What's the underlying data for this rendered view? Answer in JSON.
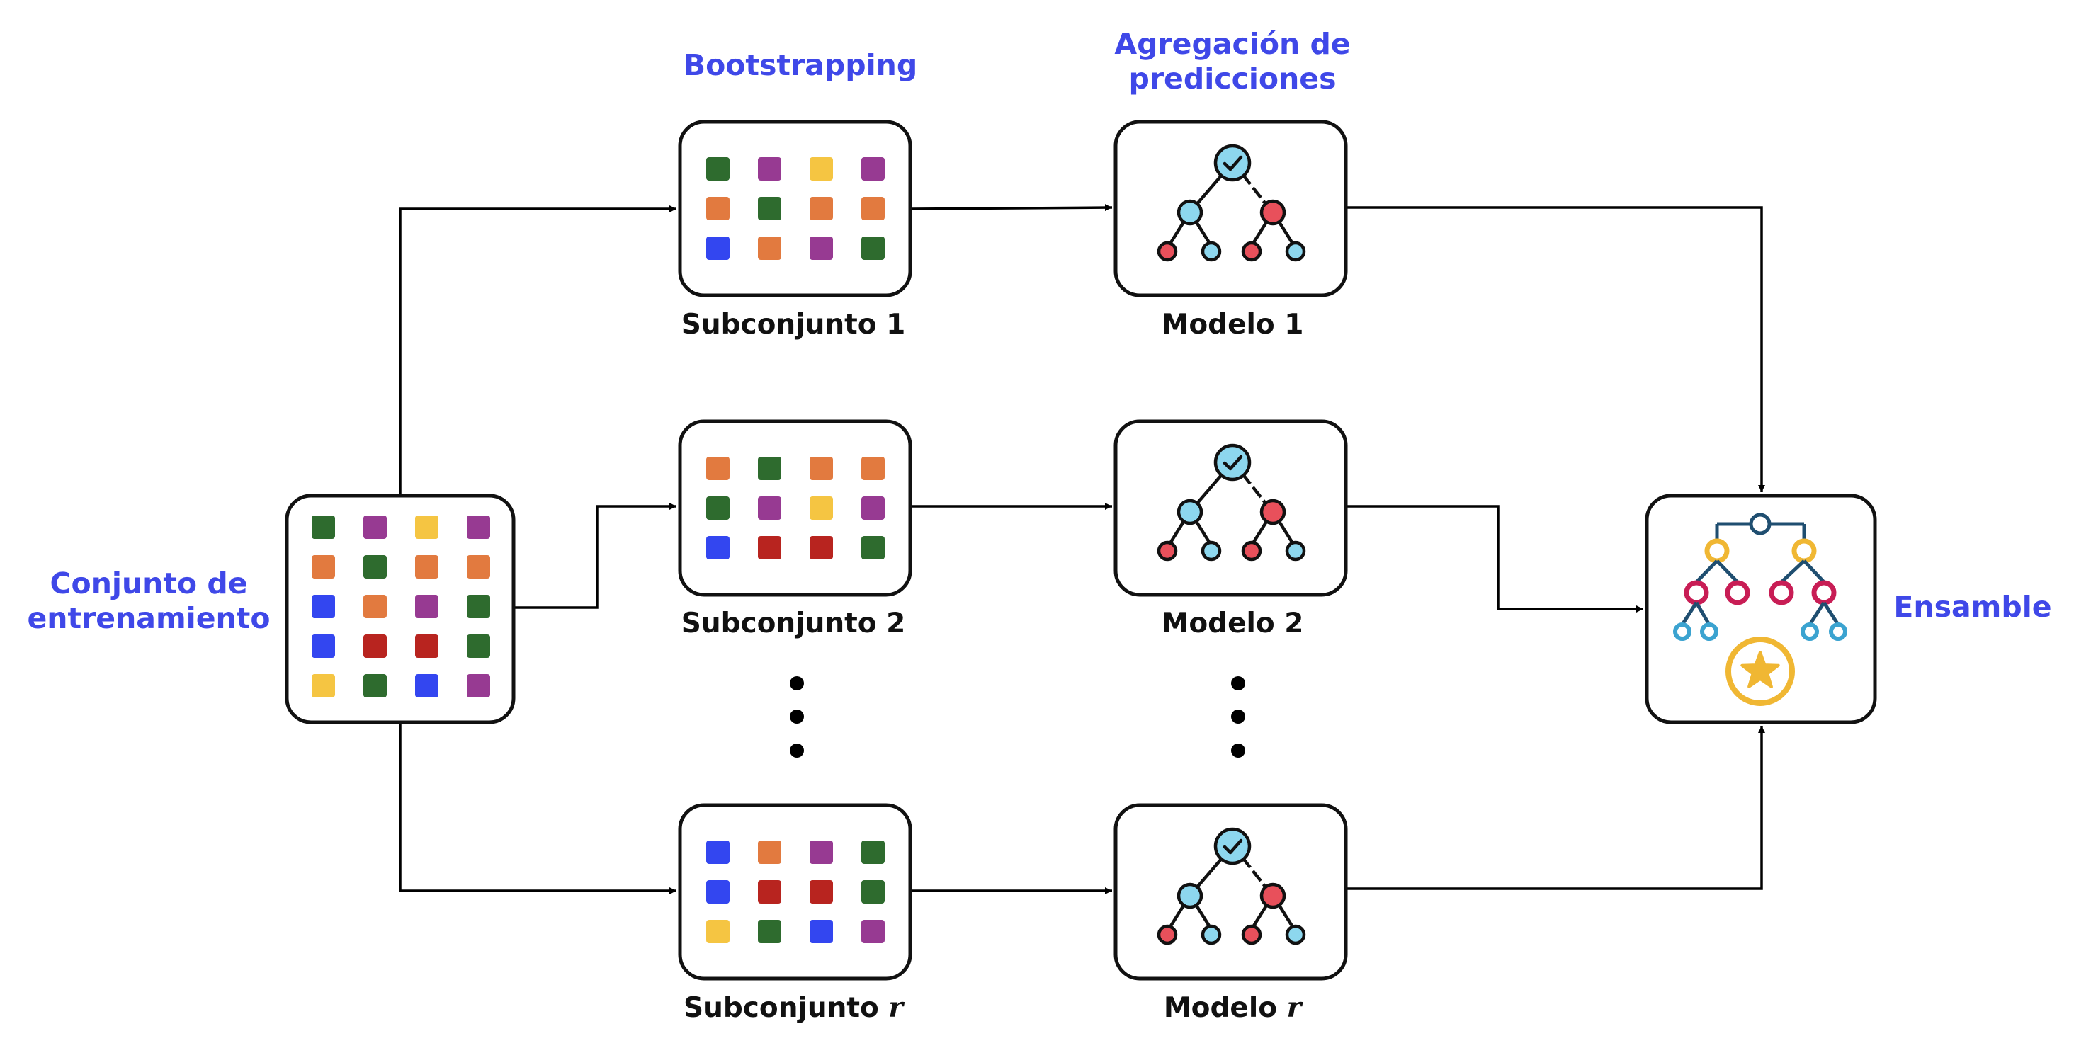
{
  "colors": {
    "title_blue": "#3f48e8",
    "green": "#2e6b2e",
    "purple": "#973a92",
    "yellow": "#f5c542",
    "orange": "#e27a3f",
    "blue": "#3346f0",
    "red": "#b8241f",
    "tree_cyan": "#8dd7ee",
    "tree_red": "#e8505b",
    "ensemble_gold": "#f0b733",
    "ensemble_crimson": "#c81d55",
    "ensemble_teal": "#3ba3d0",
    "ensemble_navy": "#1f4e70"
  },
  "headers": {
    "bootstrapping": "Bootstrapping",
    "aggregation": "Agregación de\npredicciones"
  },
  "training": {
    "label": "Conjunto de\nentrenamiento",
    "grid": [
      [
        "green",
        "purple",
        "yellow",
        "purple"
      ],
      [
        "orange",
        "green",
        "orange",
        "orange"
      ],
      [
        "blue",
        "orange",
        "purple",
        "green"
      ],
      [
        "blue",
        "red",
        "red",
        "green"
      ],
      [
        "yellow",
        "green",
        "blue",
        "purple"
      ]
    ]
  },
  "subsets": [
    {
      "label_text": "Subconjunto 1",
      "label_var": "",
      "grid": [
        [
          "green",
          "purple",
          "yellow",
          "purple"
        ],
        [
          "orange",
          "green",
          "orange",
          "orange"
        ],
        [
          "blue",
          "orange",
          "purple",
          "green"
        ]
      ]
    },
    {
      "label_text": "Subconjunto 2",
      "label_var": "",
      "grid": [
        [
          "orange",
          "green",
          "orange",
          "orange"
        ],
        [
          "green",
          "purple",
          "yellow",
          "purple"
        ],
        [
          "blue",
          "red",
          "red",
          "green"
        ]
      ]
    },
    {
      "label_text": "Subconjunto ",
      "label_var": "r",
      "grid": [
        [
          "blue",
          "orange",
          "purple",
          "green"
        ],
        [
          "blue",
          "red",
          "red",
          "green"
        ],
        [
          "yellow",
          "green",
          "blue",
          "purple"
        ]
      ]
    }
  ],
  "models": [
    {
      "label_text": "Modelo 1",
      "label_var": "",
      "icon": "decision-tree-icon"
    },
    {
      "label_text": "Modelo 2",
      "label_var": "",
      "icon": "decision-tree-icon"
    },
    {
      "label_text": "Modelo ",
      "label_var": "r",
      "icon": "decision-tree-icon"
    }
  ],
  "ensemble": {
    "label": "Ensamble",
    "icon": "ensemble-tree-star-icon"
  }
}
